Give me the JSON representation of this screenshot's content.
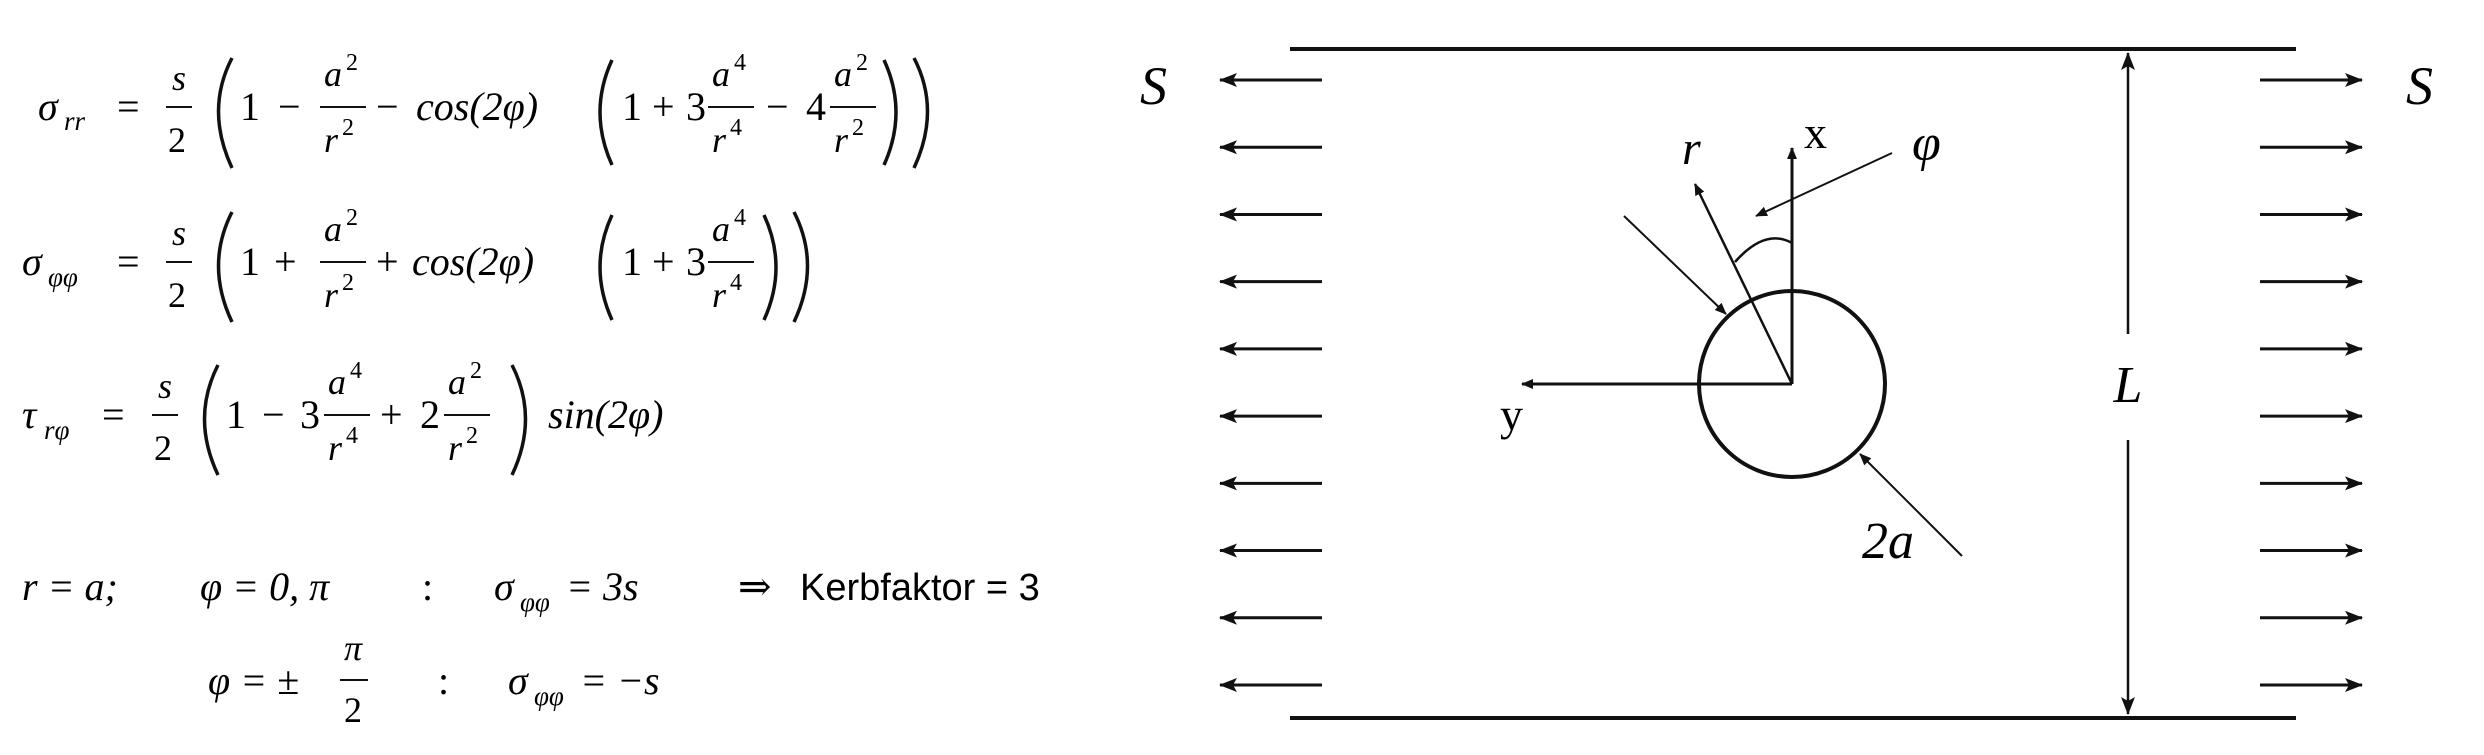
{
  "equations": {
    "sigma_rr": {
      "lhs": "σ",
      "lhs_sub": "rr",
      "eq": "=",
      "frac_num": "s",
      "frac_den": "2",
      "one": "1",
      "minus": "−",
      "plus": "+",
      "a": "a",
      "r": "r",
      "two": "2",
      "four": "4",
      "cos": "cos(2φ)",
      "three": "3",
      "four_coef": "4"
    },
    "sigma_phiphi": {
      "lhs": "σ",
      "lhs_sub": "φφ",
      "eq": "=",
      "frac_num": "s",
      "frac_den": "2",
      "one": "1",
      "plus": "+",
      "a": "a",
      "r": "r",
      "two": "2",
      "four": "4",
      "cos": "cos(2φ)",
      "three": "3"
    },
    "tau_rphi": {
      "lhs": "τ",
      "lhs_sub": "rφ",
      "eq": "=",
      "frac_num": "s",
      "frac_den": "2",
      "one": "1",
      "minus": "−",
      "plus": "+",
      "a": "a",
      "r": "r",
      "two": "2",
      "four": "4",
      "three": "3",
      "two_coef": "2",
      "sin": "sin(2φ)"
    },
    "condition1": {
      "r_eq": "r = a;",
      "phi_eq": "φ = 0, π",
      "colon": ":",
      "sigma": "σ",
      "sigma_sub": "φφ",
      "sigma_val": "= 3s",
      "implies": "⇒",
      "kerb": "Kerbfaktor = 3"
    },
    "condition2": {
      "phi_lhs": "φ = ±",
      "pi": "π",
      "two": "2",
      "colon": ":",
      "sigma": "σ",
      "sigma_sub": "φφ",
      "sigma_val": "= −s"
    }
  },
  "figure": {
    "load_left": "S",
    "load_right": "S",
    "axis_x": "x",
    "axis_y": "y",
    "label_r": "r",
    "label_phi": "φ",
    "label_2a": "2a",
    "label_L": "L",
    "arrow_count_per_side": 10
  }
}
